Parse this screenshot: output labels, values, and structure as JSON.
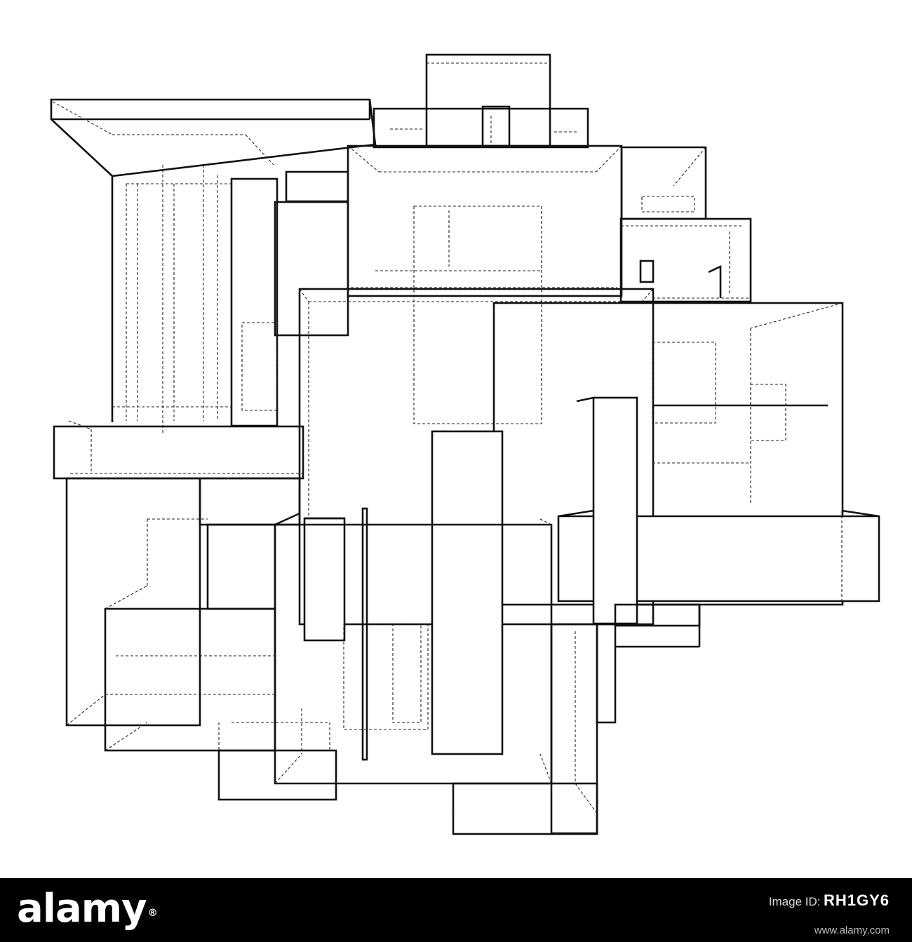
{
  "footer": {
    "brand_text": "alamy",
    "image_id_label": "Image ID:",
    "image_id": "RH1GY6",
    "site_url": "www.alamy.com"
  }
}
